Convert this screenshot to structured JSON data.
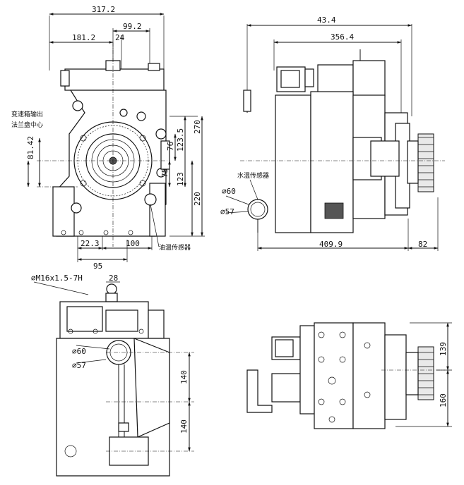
{
  "views": {
    "top_left": {
      "dims": {
        "d317": "317.2",
        "d181": "181.2",
        "d99": "99.2",
        "d24": "24",
        "d270": "270",
        "d1235": "123.5",
        "d76": "76",
        "d75": "75",
        "d123": "123",
        "d220": "220",
        "d8142": "81.42",
        "d223": "22.3",
        "d100": "100",
        "d95": "95"
      },
      "labels": {
        "note_line1": "变速箱输出",
        "note_line2": "法兰盘中心",
        "oil_sensor": "油温传感器"
      }
    },
    "top_right": {
      "dims": {
        "d434": "43.4",
        "d3564": "356.4",
        "d4099": "409.9",
        "d82": "82",
        "phi60": "∅60",
        "phi57": "∅57"
      },
      "labels": {
        "water_sensor": "水温传感器"
      }
    },
    "bottom_left": {
      "dims": {
        "thread": "∅M16x1.5-7H",
        "d28": "28",
        "phi60": "∅60",
        "phi57": "∅57",
        "d140a": "140",
        "d140b": "140"
      }
    },
    "bottom_right": {
      "dims": {
        "d139": "139",
        "d160": "160"
      }
    }
  }
}
